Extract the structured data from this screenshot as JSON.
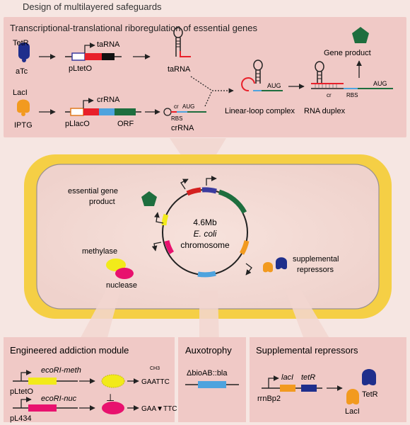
{
  "figure": {
    "title": "Design of multilayered safeguards"
  },
  "top_panel": {
    "title": "Transcriptional-translational riboregulation of essential genes",
    "tetr_label": "TetR",
    "atc_label": "aTc",
    "laci_label": "LacI",
    "iptg_label": "IPTG",
    "tarna_gene_label": "taRNA",
    "pltet_label": "pLtetO",
    "crrna_gene_label": "crRNA",
    "pllac_label": "pLlacO",
    "orf_label": "ORF",
    "tarna_product_label": "taRNA",
    "crrna_product_label": "crRNA",
    "cr_small": "cr",
    "aug_label": "AUG",
    "rbs_label": "RBS",
    "linear_loop_label": "Linear-loop complex",
    "duplex_label": "RNA duplex",
    "gene_product_label": "Gene product",
    "duplex_cr": "cr",
    "duplex_rbs": "RBS",
    "duplex_aug": "AUG"
  },
  "cell": {
    "essential_label_line1": "essential gene",
    "essential_label_line2": "product",
    "chromosome_line1": "4.6Mb",
    "chromosome_line2": "E. coli",
    "chromosome_line3": "chromosome",
    "methylase_label": "methylase",
    "nuclease_label": "nuclease",
    "repressors_line1": "supplemental",
    "repressors_line2": "repressors"
  },
  "addiction_panel": {
    "title": "Engineered addiction module",
    "meth_gene": "ecoRI-meth",
    "nuc_gene": "ecoRI-nuc",
    "pltet_label": "pLtetO",
    "pl434_label": "pL434",
    "methylated_site": "GAATTC",
    "methyl_mark": "CH3",
    "cut_site": "GAA▼TTC",
    "inhibit_symbol": "⊥"
  },
  "auxotrophy_panel": {
    "title": "Auxotrophy",
    "deletion_label": "ΔbioAB::bla"
  },
  "repressors_panel": {
    "title": "Supplemental repressors",
    "laci_gene": "lacI",
    "tetr_gene": "tetR",
    "promoter_label": "rrnBp2",
    "tetr_protein": "TetR",
    "laci_protein": "LacI"
  },
  "colors": {
    "panel_bg": "#f0c9c6",
    "cell_outer": "#f5cf45",
    "cell_inner": "#f5ddd6",
    "tetr_blue": "#1f2f8c",
    "laci_orange": "#f29a1f",
    "essential_green": "#1e6e3e",
    "methylase_yellow": "#f2ea1a",
    "nuclease_magenta": "#e8116e",
    "aux_blue": "#4ea3de"
  }
}
